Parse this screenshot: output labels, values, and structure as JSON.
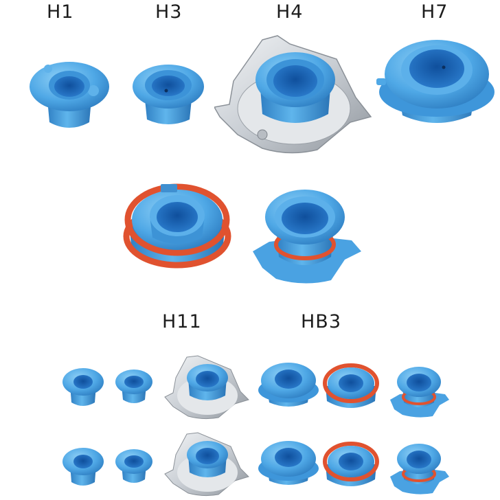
{
  "labels": {
    "h1": "H1",
    "h3": "H3",
    "h4": "H4",
    "h7": "H7",
    "h11": "H11",
    "hb3": "HB3"
  },
  "colors": {
    "blue": "#4fa8e6",
    "blue_dark": "#2f7fc3",
    "blue_light": "#7cc3f2",
    "inner": "#1a5fb0",
    "orange": "#e0522f",
    "silver": "#cfd3d8",
    "silver_dark": "#9aa0a7"
  }
}
